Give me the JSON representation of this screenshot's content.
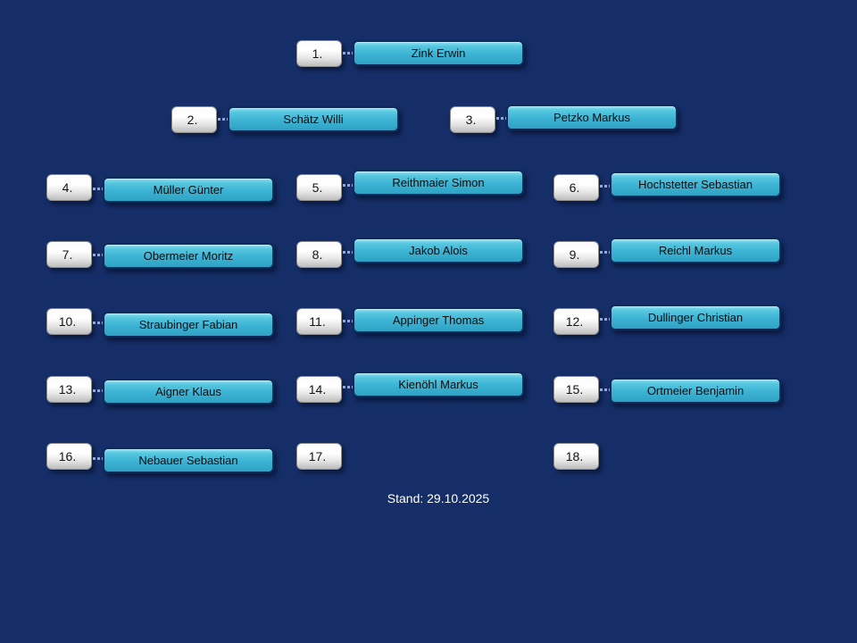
{
  "colors": {
    "background": "#152e67",
    "button_fill": "#3cb3d4",
    "button_border": "#0d2b5c",
    "badge_fill": "#f4f4f4",
    "connector_dots": "#8fa8d8",
    "footer_text": "#ffffff"
  },
  "footer": {
    "label": "Stand: 29.10.2025"
  },
  "ladder": {
    "items": [
      {
        "rank": "1.",
        "name": "Zink Erwin"
      },
      {
        "rank": "2.",
        "name": "Schätz Willi"
      },
      {
        "rank": "3.",
        "name": "Petzko Markus"
      },
      {
        "rank": "4.",
        "name": "Müller Günter"
      },
      {
        "rank": "5.",
        "name": "Reithmaier Simon"
      },
      {
        "rank": "6.",
        "name": "Hochstetter Sebastian"
      },
      {
        "rank": "7.",
        "name": "Obermeier Moritz"
      },
      {
        "rank": "8.",
        "name": "Jakob Alois"
      },
      {
        "rank": "9.",
        "name": "Reichl Markus"
      },
      {
        "rank": "10.",
        "name": "Straubinger Fabian"
      },
      {
        "rank": "11.",
        "name": "Appinger Thomas"
      },
      {
        "rank": "12.",
        "name": "Dullinger Christian"
      },
      {
        "rank": "13.",
        "name": "Aigner Klaus"
      },
      {
        "rank": "14.",
        "name": "Kienöhl Markus"
      },
      {
        "rank": "15.",
        "name": "Ortmeier Benjamin"
      },
      {
        "rank": "16.",
        "name": "Nebauer Sebastian"
      },
      {
        "rank": "17.",
        "name": ""
      },
      {
        "rank": "18.",
        "name": ""
      }
    ]
  }
}
